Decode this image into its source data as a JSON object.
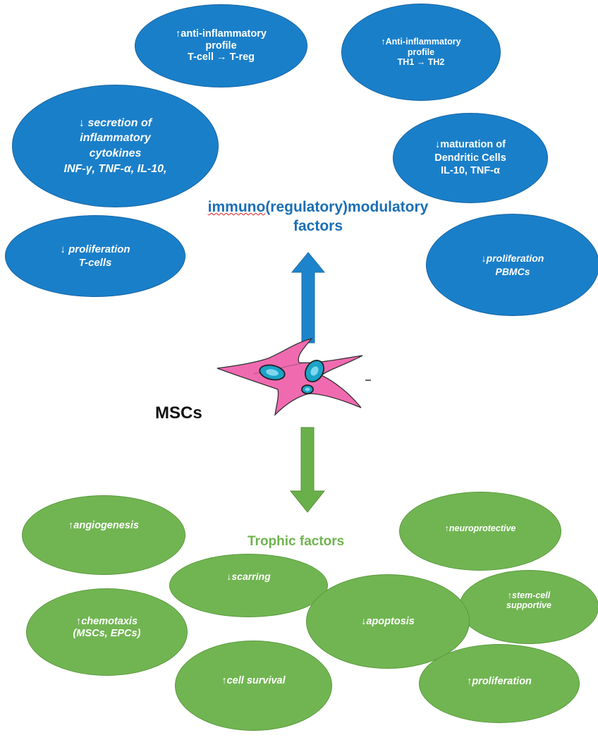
{
  "immuno": {
    "title_line1_wavy": "immuno",
    "title_line1_rest": "(regulatory)modulatory",
    "title_line2": "factors",
    "ovals": [
      {
        "lines": [
          "↑anti-inflammatory",
          "profile",
          "T-cell → T-reg"
        ]
      },
      {
        "lines": [
          "↑Anti-inflammatory",
          "profile",
          "TH1 → TH2"
        ]
      },
      {
        "lines": [
          "↓ secretion of",
          "inflammatory",
          "cytokines",
          "INF-γ, TNF-α, IL-10,"
        ]
      },
      {
        "lines": [
          "↓maturation of",
          "Dendritic Cells",
          "IL-10, TNF-α"
        ]
      },
      {
        "lines": [
          "↓ proliferation",
          "T-cells"
        ]
      },
      {
        "lines": [
          "↓proliferation",
          "PBMCs"
        ]
      }
    ]
  },
  "cell_label": "MSCs",
  "trophic": {
    "title": "Trophic factors",
    "ovals": [
      {
        "lines": [
          "↑angiogenesis"
        ]
      },
      {
        "lines": [
          "↑neuroprotective"
        ]
      },
      {
        "lines": [
          "↓scarring"
        ]
      },
      {
        "lines": [
          "↑stem-cell",
          "supportive"
        ]
      },
      {
        "lines": [
          "↑chemotaxis",
          "(MSCs, EPCs)"
        ]
      },
      {
        "lines": [
          "↓apoptosis"
        ]
      },
      {
        "lines": [
          "↑cell survival"
        ]
      },
      {
        "lines": [
          "↑proliferation"
        ]
      }
    ]
  },
  "colors": {
    "blue_oval": "#1a7fc9",
    "blue_title": "#1a6fb5",
    "blue_arrow": "#1d84cc",
    "green_oval": "#71b552",
    "green_title": "#6fb34f",
    "green_arrow": "#6ab04a",
    "cell_body": "#f06ab0",
    "nucleus": "#1aa3c8"
  }
}
